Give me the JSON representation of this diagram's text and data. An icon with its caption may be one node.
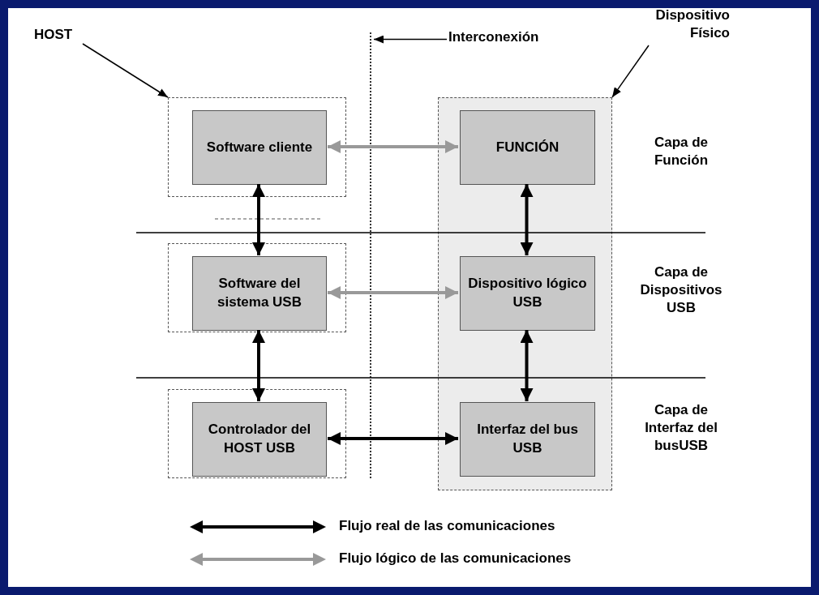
{
  "diagram": {
    "nodes": [
      {
        "text": [
          "HOST"
        ]
      },
      {
        "text": [
          "Dispositivo Físico"
        ]
      },
      {
        "text": [
          "Interconexión"
        ]
      },
      {
        "text": [],
        "shape": "box"
      },
      {
        "text": [
          "Software cliente"
        ],
        "in": 3
      },
      {
        "text": [],
        "shape": "box"
      },
      {
        "text": [
          "Software del sistema USB"
        ],
        "in": 5
      },
      {
        "text": [],
        "shape": "box"
      },
      {
        "text": [
          "Controlador del HOST USB"
        ],
        "in": 7
      },
      {
        "text": [],
        "shape": "box"
      },
      {
        "text": [
          "FUNCIÓN"
        ],
        "in": 9
      },
      {
        "text": [
          "Dispositivo lógico USB"
        ],
        "in": 9
      },
      {
        "text": [
          "Interfaz del bus USB"
        ],
        "in": 9
      },
      {
        "text": [],
        "shape": "line"
      }
    ],
    "edges": [
      {
        "from": 0,
        "to": 3,
        "arrow": "to"
      },
      {
        "from": 1,
        "to": 9,
        "arrow": "to"
      },
      {
        "from": 2,
        "to": 13,
        "arrow": "to"
      },
      {
        "from": 4,
        "to": 10,
        "arrow": "both",
        "color": "#999999"
      },
      {
        "from": 4,
        "to": 6,
        "arrow": "both"
      },
      {
        "from": 10,
        "to": 11,
        "arrow": "both"
      },
      {
        "from": 6,
        "to": 11,
        "arrow": "both",
        "color": "#999999"
      },
      {
        "from": 6,
        "to": 8,
        "arrow": "both"
      },
      {
        "from": 11,
        "to": 12,
        "arrow": "both"
      },
      {
        "from": 8,
        "to": 12,
        "arrow": "both"
      }
    ],
    "labels": [
      "Capa de Función",
      "Capa de Dispositivos USB",
      "Capa de Interfaz del busUSB"
    ],
    "legend": [
      {
        "text": "Flujo real de las comunicaciones",
        "color": "#000000"
      },
      {
        "text": "Flujo lógico de las comunicaciones",
        "color": "#999999"
      }
    ]
  }
}
